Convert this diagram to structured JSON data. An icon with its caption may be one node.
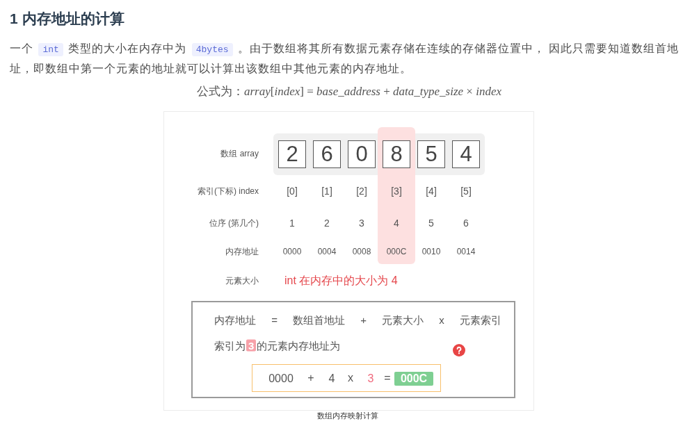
{
  "diagram": {
    "title": "1 内存地址的计算",
    "caption": "数组内存映射计算",
    "nodes": [
      {
        "text": [],
        "shape": "box"
      },
      {
        "text": [
          "2"
        ],
        "in": 0
      },
      {
        "text": [
          "6"
        ],
        "in": 0
      },
      {
        "text": [
          "0"
        ],
        "in": 0
      },
      {
        "text": [
          "8"
        ],
        "in": 0
      },
      {
        "text": [
          "5"
        ],
        "in": 0
      },
      {
        "text": [
          "4"
        ],
        "in": 0
      },
      {
        "text": [
          "内存地址 = 数组首地址 + 元素大小 x 元素索引",
          "索引为**3**的元素内存地址为"
        ]
      },
      {
        "text": [
          "0000",
          "+",
          "4",
          "x",
          "3",
          "="
        ],
        "in": 7
      },
      {
        "text": [
          "000C"
        ],
        "in": 8
      }
    ],
    "labels": [
      "一个 **int** 类型的大小在内存中为 **4bytes** 。由于数组将其所有数据元素存储在连续的存储器位置中， 因此只需要知道数组首地址，即数组中第一个元素的地址就可以计算出该数组中其他元素的内存地址。",
      "公式为：*array*[*index*] = *base_address* + *data_type_size* × *index*",
      "数组 array",
      "索引(下标) index",
      "[0]",
      "[1]",
      "[2]",
      "[3]",
      "[4]",
      "[5]",
      "位序 (第几个)",
      "1",
      "2",
      "3",
      "4",
      "5",
      "6",
      "内存地址",
      "0000",
      "0004",
      "0008",
      "000C",
      "0010",
      "0014",
      "元素大小",
      "int 在内存中的大小为 4"
    ]
  }
}
